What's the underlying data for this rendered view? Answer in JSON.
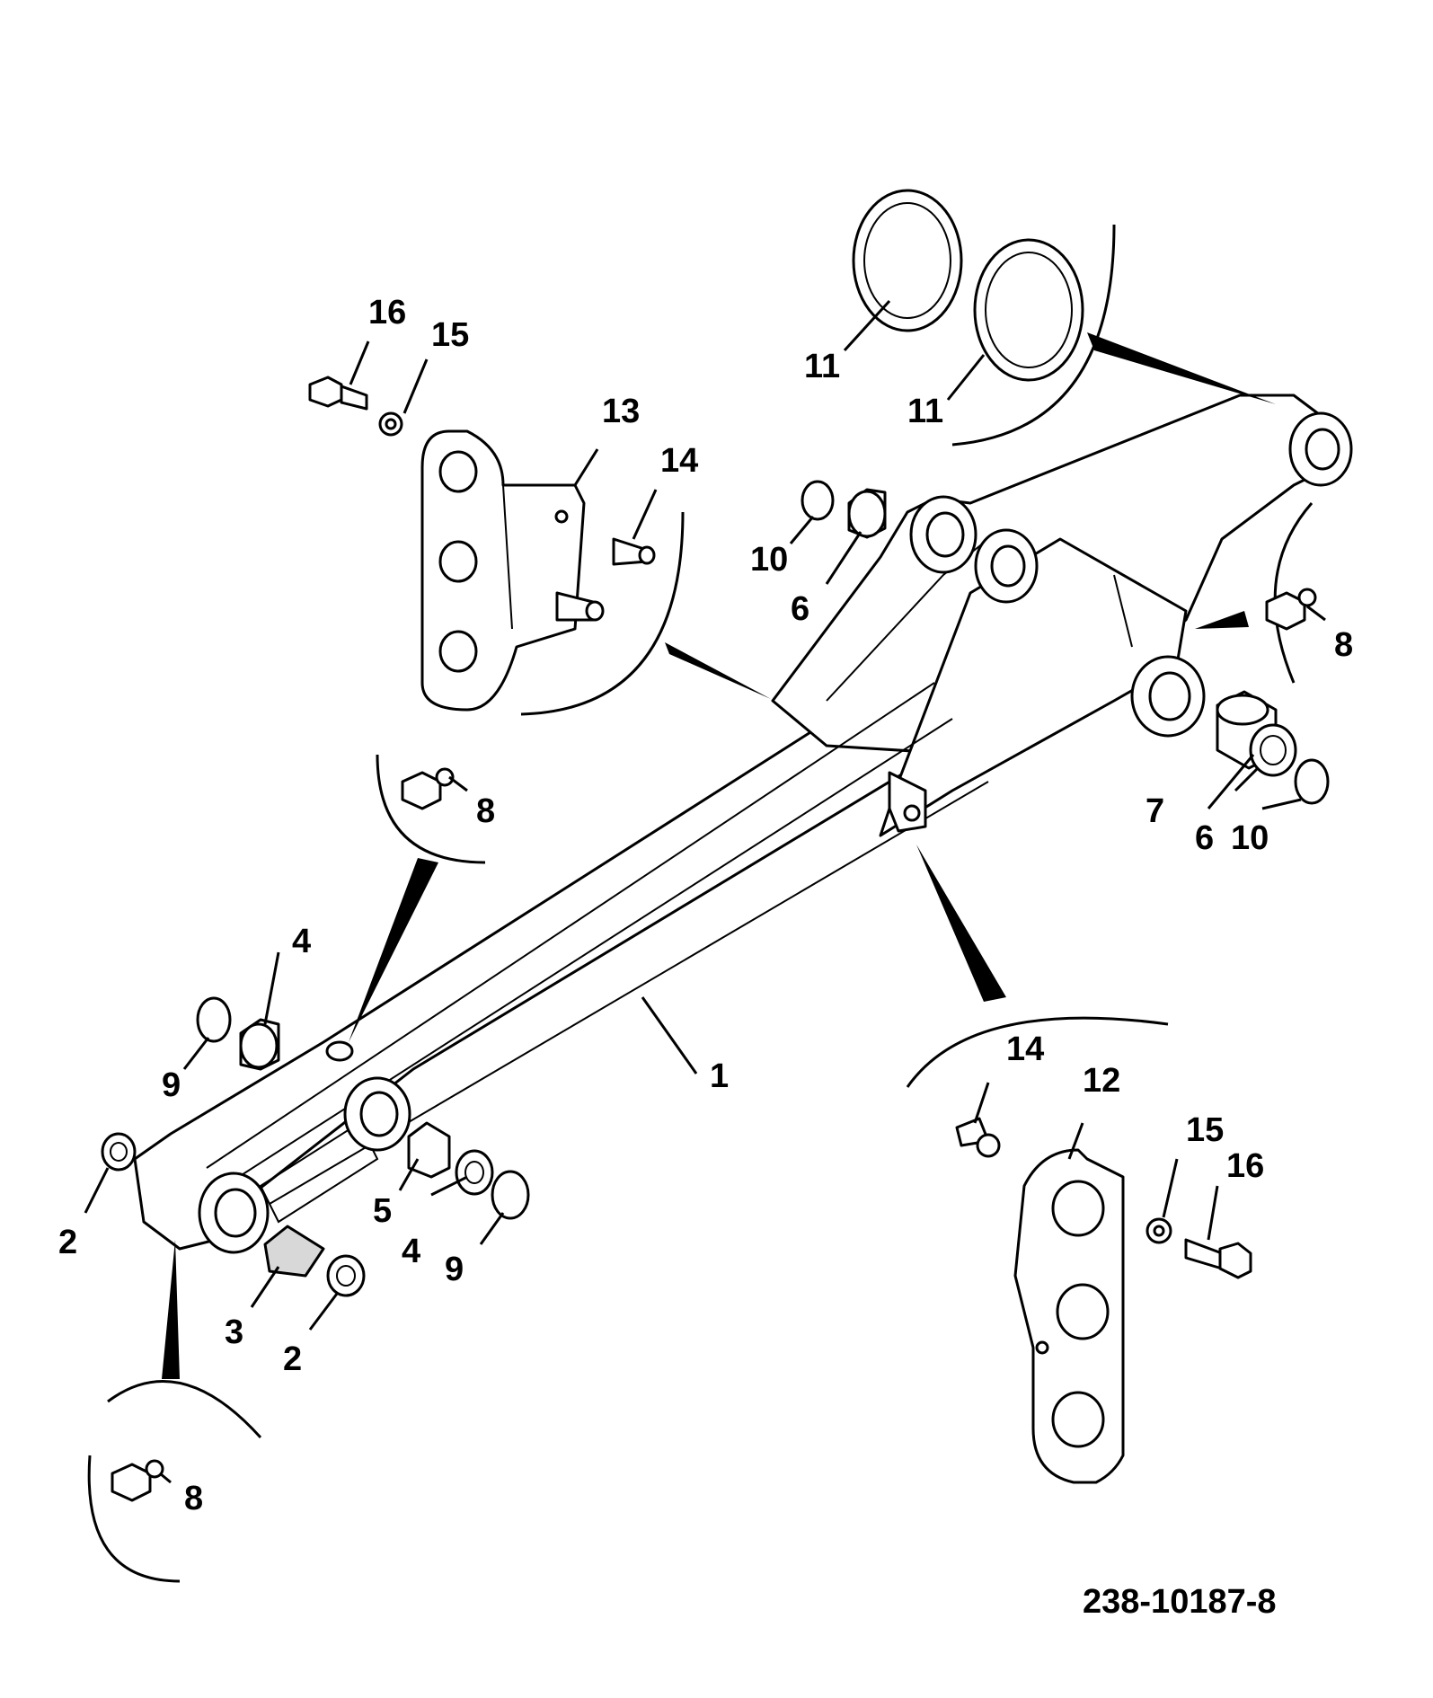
{
  "drawing_number": "238-10187-8",
  "callouts": {
    "c1": "1",
    "c2a": "2",
    "c2b": "2",
    "c3": "3",
    "c4a": "4",
    "c4b": "4",
    "c5": "5",
    "c6a": "6",
    "c6b": "6",
    "c7": "7",
    "c8a": "8",
    "c8b": "8",
    "c8c": "8",
    "c9a": "9",
    "c9b": "9",
    "c10a": "10",
    "c10b": "10",
    "c11a": "11",
    "c11b": "11",
    "c12": "12",
    "c13": "13",
    "c14a": "14",
    "c14b": "14",
    "c15a": "15",
    "c15b": "15",
    "c16a": "16",
    "c16b": "16"
  }
}
